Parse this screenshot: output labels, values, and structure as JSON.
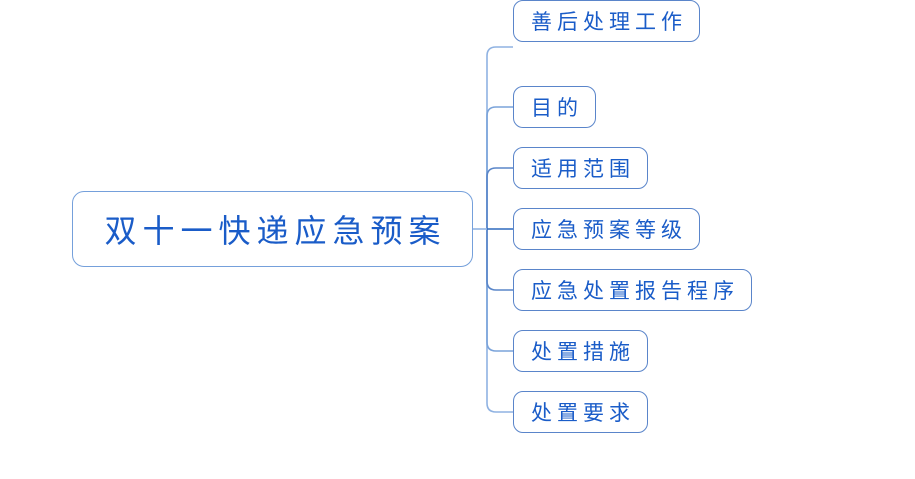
{
  "diagram": {
    "type": "mindmap",
    "root": {
      "label": "双十一快递应急预案"
    },
    "children": [
      {
        "label": "目的"
      },
      {
        "label": "适用范围"
      },
      {
        "label": "应急预案等级"
      },
      {
        "label": "应急处置报告程序"
      },
      {
        "label": "处置措施"
      },
      {
        "label": "处置要求"
      },
      {
        "label": "善后处理工作"
      }
    ]
  },
  "colors": {
    "background": "#ffffff",
    "node_text": "#1a5cc8",
    "node_border": "#5a85ca",
    "root_border": "#75a0db",
    "connector_light": "#8fb2e2",
    "connector_soft": "#7aa3da",
    "connector_mid": "#5a86c9",
    "connector_dark": "#2e6abd"
  }
}
